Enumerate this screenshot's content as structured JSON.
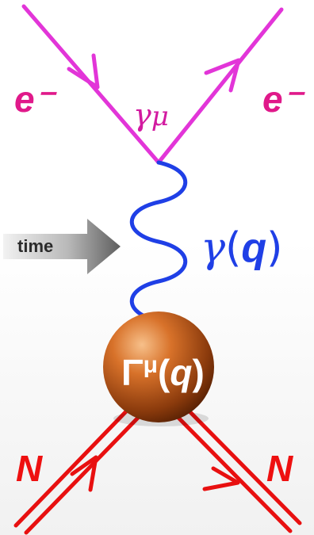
{
  "labels": {
    "electron_in": "e⁻",
    "electron_out": "e⁻",
    "vertex_gamma": "γ",
    "vertex_mu": "μ",
    "photon_gamma": "γ",
    "photon_open": "(",
    "photon_q": "q",
    "photon_close": ")",
    "time": "time",
    "blob_gamma": "Γ",
    "blob_mu": "μ",
    "blob_open": "(",
    "blob_q": "q",
    "blob_close": ")",
    "nucleon_in": "N",
    "nucleon_out": "N"
  },
  "colors": {
    "electron_line": "#e235d8",
    "electron_label": "#e0198a",
    "vertex_label": "#d21aa0",
    "photon_line": "#1f3fe6",
    "photon_label": "#1f3fe6",
    "nucleon_line": "#e81010",
    "nucleon_label": "#ee1010",
    "blob_light": "#f2a15a",
    "blob_dark": "#6b2a06",
    "time_arrow_light": "#e8e8e8",
    "time_arrow_dark": "#6e6e6e"
  },
  "icons": {
    "time_arrow": "arrow-right",
    "form_factor_blob": "sphere"
  }
}
